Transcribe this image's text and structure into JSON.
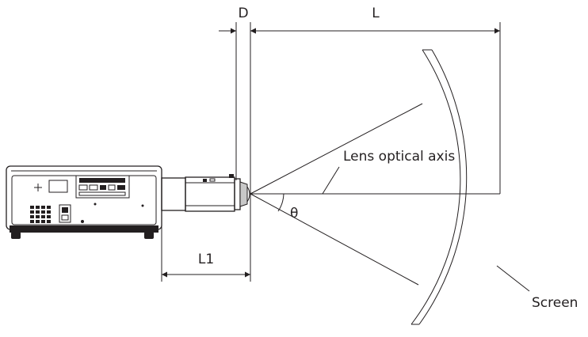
{
  "labels": {
    "d": "D",
    "l": "L",
    "l1": "L1",
    "theta": "θ",
    "lens_optical_axis": "Lens optical axis",
    "screen": "Screen"
  },
  "colors": {
    "line": "#231f20",
    "body_fill": "#ffffff",
    "dark_fill": "#231f20",
    "lens_fill": "#c8c8c8"
  }
}
